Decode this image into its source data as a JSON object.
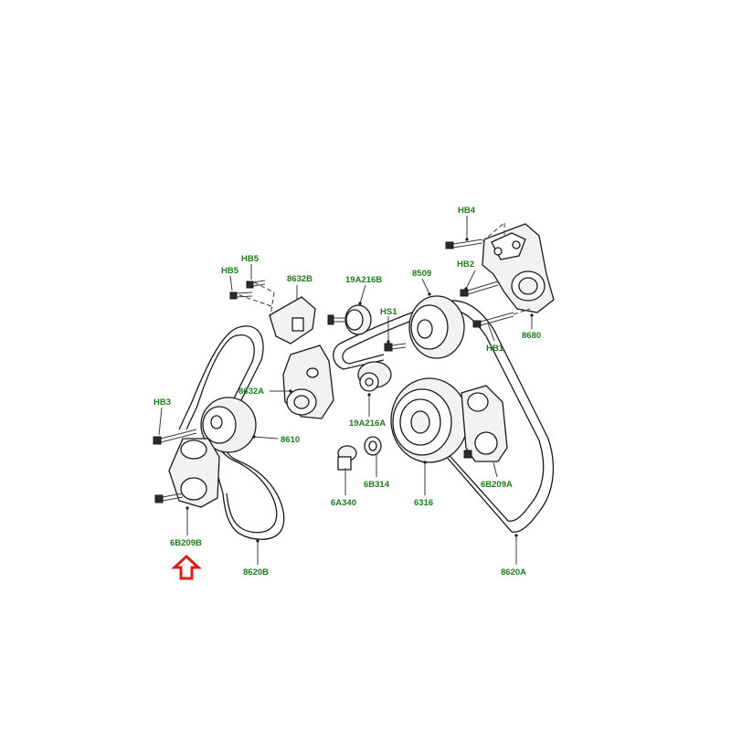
{
  "diagram": {
    "callouts": {
      "hb4": "HB4",
      "hb2": "HB2",
      "hb1": "HB1",
      "p8680": "8680",
      "p8509": "8509",
      "p19a216b": "19A216B",
      "hs1": "HS1",
      "hb5a": "HB5",
      "hb5b": "HB5",
      "p8632b": "8632B",
      "p8632a": "8632A",
      "p19a216a": "19A216A",
      "hb3": "HB3",
      "p8610": "8610",
      "p6a340": "6A340",
      "p6b314": "6B314",
      "p6316": "6316",
      "p6b209a": "6B209A",
      "p6b209b": "6B209B",
      "p8620b": "8620B",
      "p8620a": "8620A"
    },
    "highlight_arrow": {
      "color": "#e01b1b",
      "points_to": "6B209B"
    },
    "callout_color": "#1e7a1e"
  }
}
